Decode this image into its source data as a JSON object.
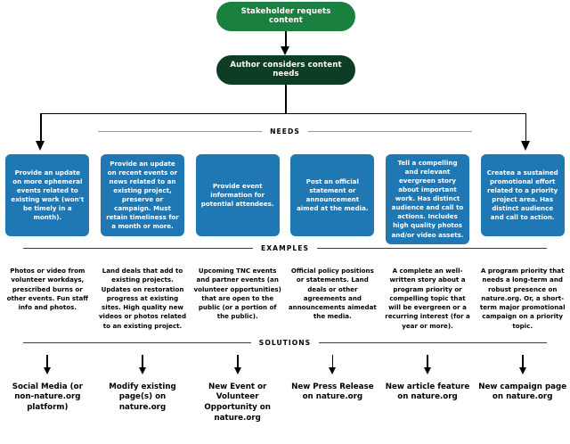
{
  "flow": {
    "nodes": [
      {
        "id": "stakeholder",
        "label": "Stakeholder requets content",
        "color": "#1a8040"
      },
      {
        "id": "author",
        "label": "Author considers content needs",
        "color": "#0d3d22"
      }
    ]
  },
  "sections": {
    "needs_label": "NEEDS",
    "examples_label": "EXAMPLES",
    "solutions_label": "SOLUTIONS"
  },
  "colors": {
    "needs_card": "#1f77b4",
    "node_light_green": "#1a8040",
    "node_dark_green": "#0d3d22",
    "rule": "#9a9a9a",
    "text": "#000000"
  },
  "columns": [
    {
      "need": "Provide an update on more ephemeral events related to existing work (won't be timely in a month).",
      "example": "Photos or video from volunteer workdays, prescribed burns or other events. Fun staff info and photos.",
      "solution": "Social Media (or non-nature.org platform)"
    },
    {
      "need": "Provide an update on recent events or news related to an existing project, preserve or campaign. Must retain timeliness for a month or more.",
      "example": "Land deals that add to existing projects. Updates on restoration progress at existing sites. High quality new videos or photos related to an existing project.",
      "solution": "Modify existing page(s) on nature.org"
    },
    {
      "need": "Provide event information for potential attendees.",
      "example": "Upcoming TNC events and partner events (an volunteer opportunities) that are open to the public (or a portion of the public).",
      "solution": "New Event or Volunteer Opportunity on nature.org"
    },
    {
      "need": "Post an official statement or announcement aimed at the media.",
      "example": "Official policy positions or statements. Land deals or other agreements and announcements aimedat the media.",
      "solution": "New Press Release on nature.org"
    },
    {
      "need": "Tell a compelling and relevant evergreen story about important work. Has distinct audience and call to actions. Includes high quality photos and/or video assets.",
      "example": "A complete an well-written story about a program priority or compelling topic that will be evergreen or a recurring interest (for a year or more).",
      "solution": "New article feature on nature.org"
    },
    {
      "need": "Createa a sustained promotional effort related to a priority project area. Has distinct audience and call to action.",
      "example": "A program priority that needs a long-term and robust presence on nature.org. Or, a short-term major promotional campaign on a priority topic.",
      "solution": "New campaign page on nature.org"
    }
  ]
}
